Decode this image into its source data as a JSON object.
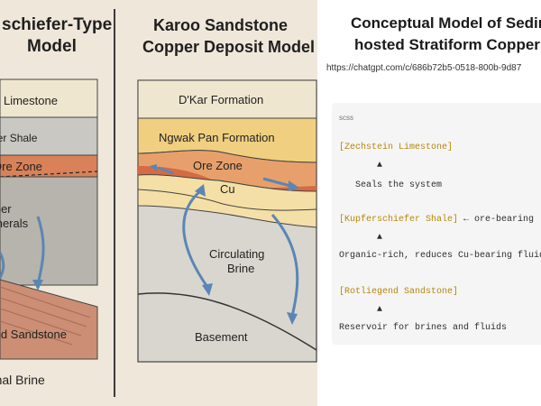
{
  "panel_left": {
    "title_line1": "schiefer-Type",
    "title_line2": "Model",
    "layers": {
      "limestone": "Zechstein Limestone",
      "shale": "Kupferschiefer Shale",
      "ore": "Ore Zone",
      "minerals_line1": "Copper",
      "minerals_line2": "Minerals",
      "sandstone": "Rotliegend Sandstone",
      "brine": "Regional Brine"
    }
  },
  "panel_middle": {
    "title_line1": "Karoo Sandstone",
    "title_line2": "Copper Deposit Model",
    "layers": {
      "dkar": "D'Kar Formation",
      "ngwak": "Ngwak Pan Formation",
      "ore": "Ore Zone",
      "cu": "Cu",
      "brine_line1": "Circulating",
      "brine_line2": "Brine",
      "basement": "Basement"
    }
  },
  "right_panel": {
    "title_line1": "Conceptual Model of Sediment-",
    "title_line2": "hosted Stratiform Copper",
    "url": "https://chatgpt.com/c/686b72b5-0518-800b-9d87",
    "code": {
      "lang": "scss",
      "h1": "[Zechstein Limestone]",
      "arrow1": "▲",
      "t1": "Seals the system",
      "h2": "[Kupferschiefer Shale]",
      "h2_note": " ← ore-bearing",
      "arrow2": "▲",
      "t2": "Organic-rich, reduces Cu-bearing fluids",
      "h3": "[Rotliegend Sandstone]",
      "arrow3": "▲",
      "t3": "Reservoir for brines and fluids"
    }
  },
  "colors": {
    "background": "#efe7da",
    "limestone": "#efe6cf",
    "shale": "#c9c8c2",
    "ore": "#d98158",
    "ngwak": "#f0cf80",
    "sandstone_band": "#f4dfa7",
    "sandstone_red": "#cc8e74",
    "arrow": "#5b86b4",
    "code_header": "#b8860b"
  }
}
